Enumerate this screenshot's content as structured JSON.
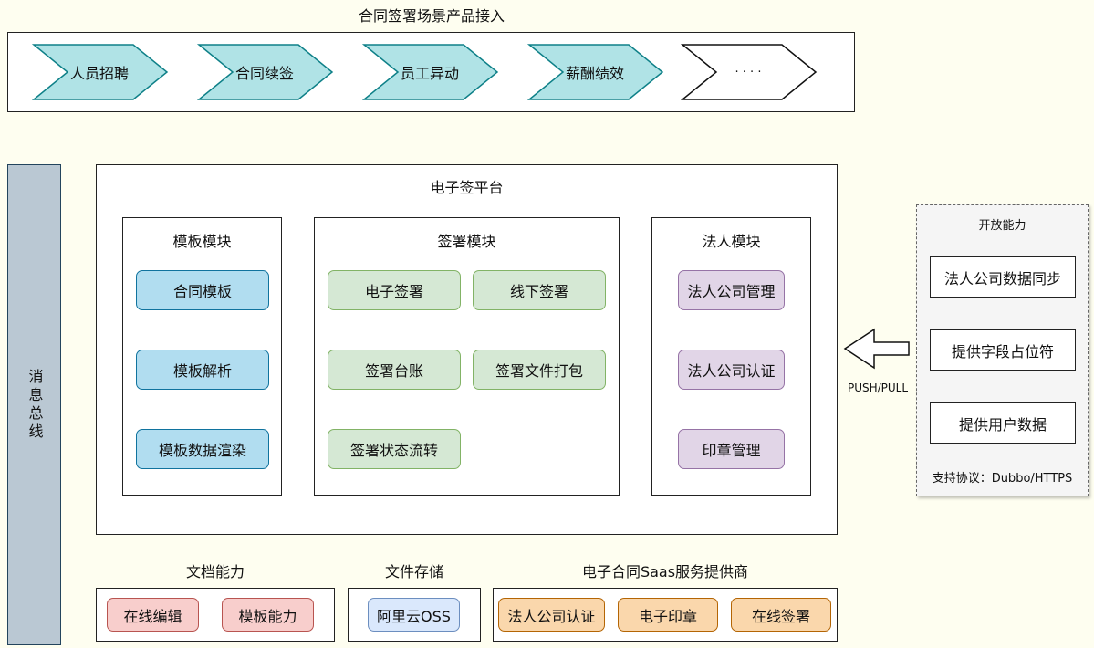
{
  "top": {
    "title": "合同签署场景产品接入",
    "scenes": [
      "人员招聘",
      "合同续签",
      "员工异动",
      "薪酬绩效",
      "· · · ·"
    ]
  },
  "bus": {
    "label": "消息总线"
  },
  "platform": {
    "title": "电子签平台",
    "template_module": {
      "title": "模板模块",
      "items": [
        "合同模板",
        "模板解析",
        "模板数据渲染"
      ]
    },
    "sign_module": {
      "title": "签署模块",
      "items": [
        "电子签署",
        "线下签署",
        "签署台账",
        "签署文件打包",
        "签署状态流转"
      ]
    },
    "legal_module": {
      "title": "法人模块",
      "items": [
        "法人公司管理",
        "法人公司认证",
        "印章管理"
      ]
    }
  },
  "open": {
    "title": "开放能力",
    "items": [
      "法人公司数据同步",
      "提供字段占位符",
      "提供用户数据"
    ],
    "protocol": "支持协议：Dubbo/HTTPS",
    "arrow_label": "PUSH/PULL"
  },
  "bottom": {
    "doc": {
      "title": "文档能力",
      "items": [
        "在线编辑",
        "模板能力"
      ]
    },
    "storage": {
      "title": "文件存储",
      "items": [
        "阿里云OSS"
      ]
    },
    "saas": {
      "title": "电子合同Saas服务提供商",
      "items": [
        "法人公司认证",
        "电子印章",
        "在线签署"
      ]
    }
  },
  "colors": {
    "chevron_fill": "#b0e3e6",
    "chevron_stroke": "#0e8088",
    "bus_fill": "#bac8d3",
    "bus_stroke": "#23445d"
  }
}
